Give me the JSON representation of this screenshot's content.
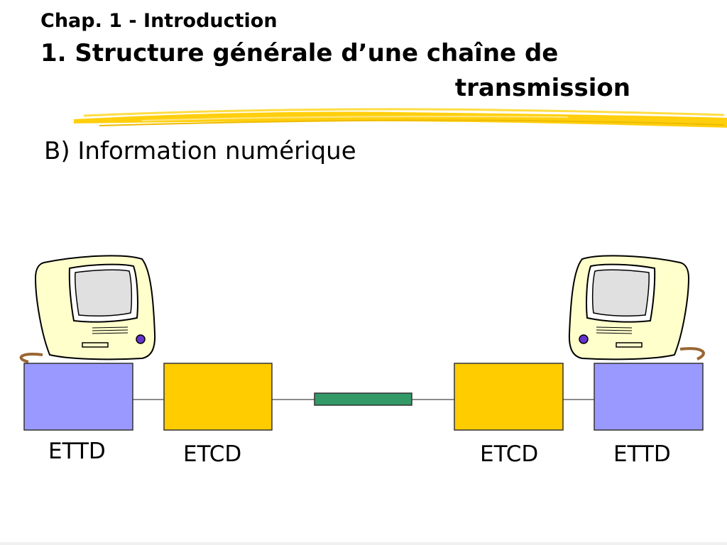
{
  "header": {
    "chapter": "Chap. 1 - Introduction",
    "title_line1": "1. Structure générale d’une chaîne de",
    "title_line2": "transmission"
  },
  "section": {
    "subtitle": "B) Information numérique"
  },
  "diagram": {
    "labels": {
      "ettd_left": "ETTD",
      "etcd_left": "ETCD",
      "etcd_right": "ETCD",
      "ettd_right": "ETTD"
    },
    "colors": {
      "ettd": "#9999ff",
      "etcd": "#ffcc00",
      "channel": "#339966",
      "monitor_body": "#ffffcc",
      "monitor_screen": "#e0e0e0",
      "power_button": "#6633cc",
      "accent_stroke": "#996633",
      "title_brush": "#ffcc00"
    },
    "icons": [
      "computer-monitor-icon",
      "computer-monitor-icon"
    ]
  }
}
